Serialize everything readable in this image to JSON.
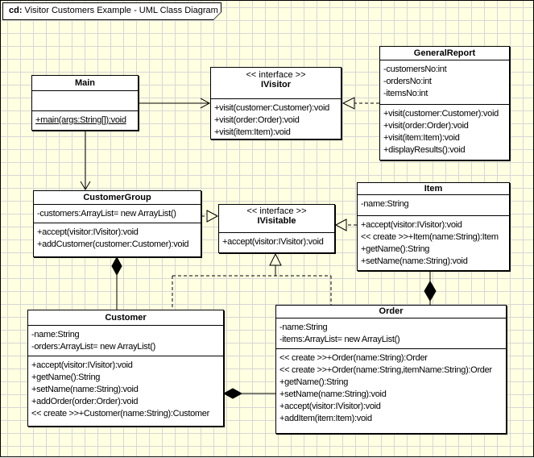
{
  "frame": {
    "tab_prefix": "cd:",
    "tab_title": " Visitor Customers Example - UML Class Diagram"
  },
  "colors": {
    "background": "#FFFFE1",
    "grid_line": "#D7D7D7",
    "box_fill": "#FFFFFF",
    "line": "#000000"
  },
  "classes": {
    "main": {
      "name": "Main",
      "attributes": [],
      "methods": [
        "+main(args:String[]):void"
      ],
      "method_is_static": true
    },
    "ivisitor": {
      "stereotype": "<< interface >>",
      "name": "IVisitor",
      "methods": [
        "+visit(customer:Customer):void",
        "+visit(order:Order):void",
        "+visit(item:Item):void"
      ]
    },
    "generalreport": {
      "name": "GeneralReport",
      "attributes": [
        "-customersNo:int",
        "-ordersNo:int",
        "-itemsNo:int"
      ],
      "methods": [
        "+visit(customer:Customer):void",
        "+visit(order:Order):void",
        "+visit(item:Item):void",
        "+displayResults():void"
      ]
    },
    "customergroup": {
      "name": "CustomerGroup",
      "attributes": [
        "-customers:ArrayList= new ArrayList()"
      ],
      "methods": [
        "+accept(visitor:IVisitor):void",
        "+addCustomer(customer:Customer):void"
      ]
    },
    "ivisitable": {
      "stereotype": "<< interface >>",
      "name": "IVisitable",
      "methods": [
        "+accept(visitor:IVisitor):void"
      ]
    },
    "item": {
      "name": "Item",
      "attributes": [
        "-name:String"
      ],
      "methods": [
        "+accept(visitor:IVisitor):void",
        "<< create >>+Item(name:String):Item",
        "+getName():String",
        "+setName(name:String):void"
      ]
    },
    "customer": {
      "name": "Customer",
      "attributes": [
        "-name:String",
        "-orders:ArrayList= new ArrayList()"
      ],
      "methods": [
        "+accept(visitor:IVisitor):void",
        "+getName():String",
        "+setName(name:String):void",
        "+addOrder(order:Order):void",
        "<< create >>+Customer(name:String):Customer"
      ]
    },
    "order": {
      "name": "Order",
      "attributes": [
        "-name:String",
        "-items:ArrayList= new ArrayList()"
      ],
      "methods": [
        "<< create >>+Order(name:String):Order",
        "<< create >>+Order(name:String,itemName:String):Order",
        "+getName():String",
        "+setName(name:String):void",
        "+accept(visitor:IVisitor):void",
        "+addItem(item:Item):void"
      ]
    }
  },
  "relationships": [
    {
      "type": "association",
      "from": "Main",
      "to": "IVisitor"
    },
    {
      "type": "association",
      "from": "Main",
      "to": "CustomerGroup"
    },
    {
      "type": "realization",
      "from": "GeneralReport",
      "to": "IVisitor"
    },
    {
      "type": "realization",
      "from": "CustomerGroup",
      "to": "IVisitable"
    },
    {
      "type": "realization",
      "from": "Item",
      "to": "IVisitable"
    },
    {
      "type": "realization",
      "from": "Customer",
      "to": "IVisitable"
    },
    {
      "type": "realization",
      "from": "Order",
      "to": "IVisitable"
    },
    {
      "type": "composition",
      "whole": "CustomerGroup",
      "part": "Customer"
    },
    {
      "type": "composition",
      "whole": "Customer",
      "part": "Order"
    },
    {
      "type": "composition",
      "whole": "Order",
      "part": "Item"
    }
  ]
}
